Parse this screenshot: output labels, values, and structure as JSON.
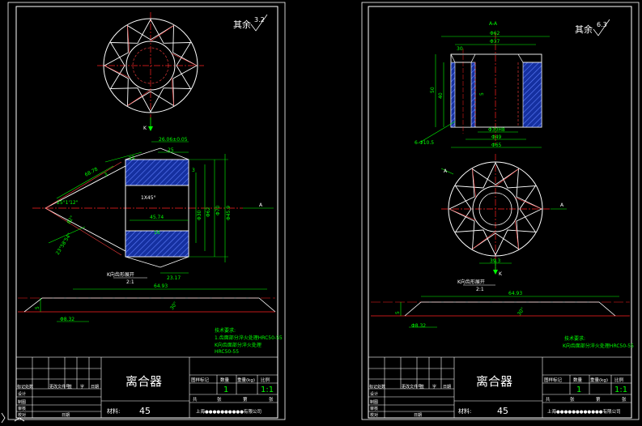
{
  "colors": {
    "background": "#000000",
    "frame": "#ffffff",
    "outline": "#ffffff",
    "centerline": "#ff2020",
    "dimension": "#00ff00",
    "hatch": "#3050ff",
    "text_green": "#00ff00",
    "text_white": "#ffffff",
    "text_yellow": "#ffff00",
    "hidden": "#ff4040"
  },
  "sheet_left": {
    "roughness": {
      "prefix": "其余",
      "value": "3.2"
    },
    "section_mark": "K",
    "dims": {
      "d_26": "26.06±0.05",
      "d_25": "25",
      "d_22": "22",
      "d_6878": "68.78",
      "d_45_chamfer": "1X45°",
      "d_4574": "45.74",
      "d_16": "16",
      "d_angle_25": "25°1'12\"",
      "d_3": "3",
      "d_angle_82": "82°",
      "d_deg_a": "23°58'54\"",
      "d_phi_a": "Φ30",
      "d_phi_b": "Φ62",
      "d_phi_c": "Φ70",
      "d_phi_d": "Φ45.9",
      "d_2317": "23.17",
      "d_3_b": "3"
    },
    "detail_label": "K向齿形展开",
    "detail_scale": "2:1",
    "develop": {
      "length": "64.93",
      "height": "5",
      "base": "Φ8.32",
      "angle": "30°"
    },
    "tech_title": "技术要求:",
    "tech_lines": [
      "1.齿面部分淬火处理HRC50-55",
      "K向齿面部分淬火处理",
      "HRC50-55"
    ],
    "title_block": {
      "part_name": "离合器",
      "material_label": "材料:",
      "material": "45",
      "col_labels": [
        "图样标记",
        "数量",
        "重量(kg)",
        "比例"
      ],
      "quantity": "1",
      "scale": "1:1",
      "sheet_row": [
        "共",
        "张",
        "第",
        "张"
      ],
      "company": "上海●●●●●●●●●●有限公司",
      "rev_headers": [
        "标记",
        "处数",
        "更改文件号",
        "签",
        "字",
        "日期"
      ],
      "sig_rows": [
        "设计",
        "制图",
        "审核",
        "校对"
      ],
      "date_label": "日期"
    }
  },
  "sheet_right": {
    "roughness": {
      "prefix": "其余",
      "value": "6.3"
    },
    "section_title": "A-A",
    "dims": {
      "d_62": "Φ62",
      "d_37": "Φ37",
      "d_30": "30",
      "d_40": "40",
      "d_50": "50",
      "d_6x105": "6-Φ10.5",
      "d_30h8": "Φ30H8",
      "d_49": "Φ49",
      "d_65": "Φ65",
      "d_393": "39.3",
      "d_5": "5"
    },
    "cut_label_a": "A",
    "cut_label_a2": "A",
    "section_mark": "K",
    "detail_label": "K向齿形展开",
    "detail_scale": "2:1",
    "develop": {
      "length": "64.93",
      "height": "5",
      "base": "Φ8.32",
      "angle": "30°"
    },
    "tech_title": "技术要求:",
    "tech_lines": [
      "K向齿面部分淬火处理HRC50-55"
    ],
    "title_block": {
      "part_name": "离合器",
      "material_label": "材料:",
      "material": "45",
      "col_labels": [
        "图样标记",
        "数量",
        "重量(kg)",
        "比例"
      ],
      "quantity": "1",
      "scale": "1:1",
      "sheet_row": [
        "共",
        "张",
        "第",
        "张"
      ],
      "company": "上海●●●●●●●●●●●●有限公司",
      "rev_headers": [
        "标记",
        "处数",
        "更改文件号",
        "签",
        "字",
        "日期"
      ],
      "sig_rows": [
        "设计",
        "制图",
        "审核",
        "校对"
      ],
      "date_label": "日期"
    }
  }
}
